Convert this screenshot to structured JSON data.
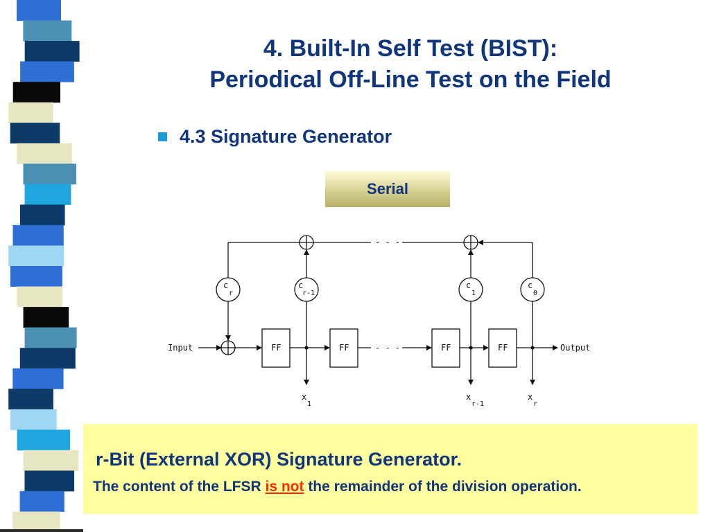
{
  "slide": {
    "title_line1": "4. Built-In Self Test (BIST):",
    "title_line2": "Periodical Off-Line Test on the Field",
    "subheading": "4.3 Signature Generator",
    "mode_label": "Serial",
    "note_line1": "r-Bit (External XOR) Signature Generator.",
    "note_line2_before": "The content of the LFSR ",
    "note_line2_emph": "is not",
    "note_line2_after": " the remainder of the division operation."
  },
  "colors": {
    "title": "#10357a",
    "bullet": "#1a9ad6",
    "emphasis": "#ff2a00",
    "note_bg": "#ffff9f"
  },
  "decorations": {
    "stripe_colors": [
      "#2e6fd6",
      "#4b8fb3",
      "#0d3a66",
      "#2e6fd6",
      "#0a0a0a",
      "#e6e6c2",
      "#0d3a66",
      "#e6e6c2",
      "#4b8fb3",
      "#1fa6df",
      "#0d3a66",
      "#2e6fd6",
      "#9fd7f2",
      "#2e6fd6",
      "#e6e6c2",
      "#0a0a0a",
      "#4b8fb3",
      "#0d3a66",
      "#2e6fd6",
      "#0d3a66",
      "#9fd7f2",
      "#1fa6df",
      "#e6e6c2",
      "#0d3a66",
      "#2e6fd6",
      "#e6e6c2"
    ]
  },
  "diagram": {
    "input_label": "Input",
    "output_label": "Output",
    "ff_label": "FF",
    "coef_c": "c",
    "sub_r": "r",
    "sub_r_minus_1": "r-1",
    "sub_1": "1",
    "sub_0": "0",
    "out_x": "x",
    "dots": "- - -"
  }
}
